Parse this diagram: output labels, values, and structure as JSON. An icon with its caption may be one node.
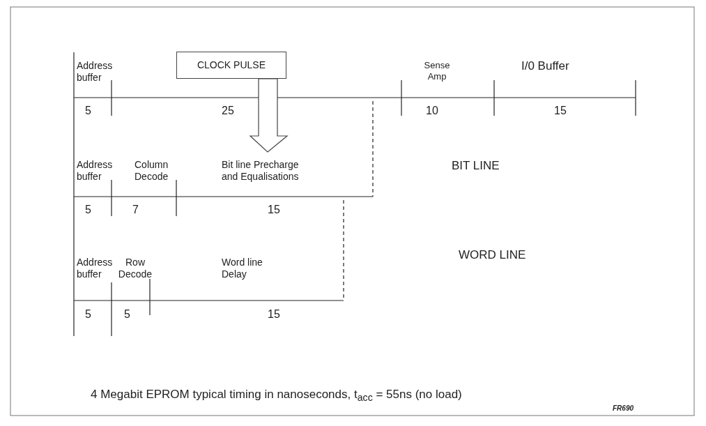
{
  "diagram": {
    "caption": "4 Megabit EPROM typical timing in nanoseconds, t$_{acc}$ = 55ns (no load)",
    "nodes": [
      {
        "text": [
          "CLOCK PULSE"
        ]
      },
      {
        "text": [
          "Bit line Precharge and Equalisations"
        ]
      }
    ],
    "edges": [
      {
        "from": 0,
        "to": 1,
        "arrow": "to"
      }
    ],
    "labels": [
      "Address buffer",
      "Sense Amp",
      "I/0 Buffer",
      "5",
      "25",
      "10",
      "15",
      "Address buffer",
      "Column Decode",
      "BIT LINE",
      "5",
      "7",
      "15",
      "Address buffer",
      "Row Decode",
      "Word line Delay",
      "WORD LINE",
      "5",
      "5",
      "15",
      "FR690"
    ]
  }
}
